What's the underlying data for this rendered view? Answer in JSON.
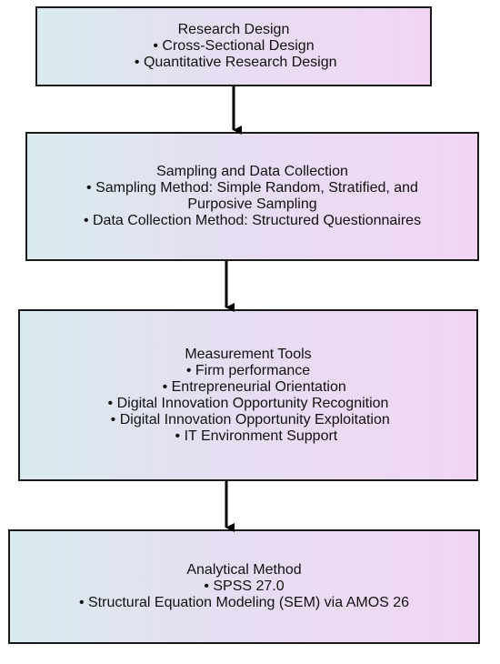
{
  "boxes": [
    {
      "title": "Research Design",
      "lines": [
        "• Cross-Sectional Design",
        " • Quantitative Research Design"
      ]
    },
    {
      "title": "Sampling and Data Collection",
      "lines": [
        "• Sampling Method: Simple Random, Stratified, and",
        "Purposive Sampling",
        "• Data Collection Method: Structured Questionnaires"
      ]
    },
    {
      "title": "Measurement Tools",
      "lines": [
        "• Firm performance",
        "   • Entrepreneurial Orientation",
        "• Digital Innovation Opportunity Recognition",
        " • Digital Innovation Opportunity Exploitation",
        "    • IT Environment Support"
      ]
    },
    {
      "title": "Analytical Method",
      "lines": [
        "• SPSS 27.0",
        "• Structural Equation Modeling (SEM) via AMOS 26"
      ]
    }
  ],
  "colors": {
    "border": "#1a1a1a",
    "gradient_left": "#d9ebee",
    "gradient_right": "#f1d6f3",
    "arrow": "#000000"
  }
}
